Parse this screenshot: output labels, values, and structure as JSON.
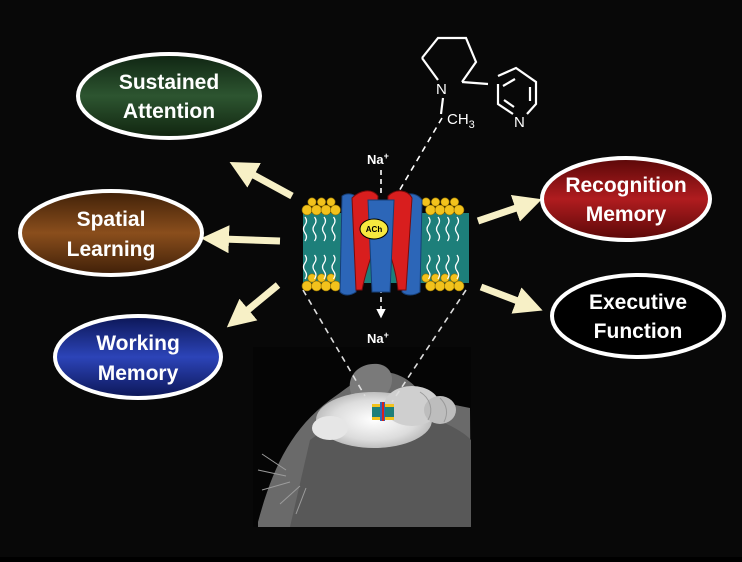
{
  "ovals": {
    "sustained_attention": {
      "line1": "Sustained",
      "line2": "Attention"
    },
    "spatial_learning": {
      "line1": "Spatial",
      "line2": "Learning"
    },
    "working_memory": {
      "line1": "Working",
      "line2": "Memory"
    },
    "recognition_memory": {
      "line1": "Recognition",
      "line2": "Memory"
    },
    "executive_function": {
      "line1": "Executive",
      "line2": "Function"
    }
  },
  "molecule": {
    "n_ring": "N",
    "methyl": "CH",
    "methyl_sub": "3",
    "n_pyridine": "N"
  },
  "ions": {
    "top": "Na",
    "bottom": "Na",
    "charge": "+"
  },
  "receptor": {
    "ligand": "ACh"
  },
  "colors": {
    "background": "#080808",
    "sustained_attention": "#1f3d22",
    "spatial_learning": "#6a3a14",
    "working_memory": "#1c2e8c",
    "recognition_memory": "#8e1216",
    "executive_function": "#000000",
    "arrow": "#f7f0c6",
    "membrane": "#1d7f7a",
    "lipid_head": "#f2c21c",
    "channel_blue": "#2c66b8",
    "channel_red": "#d81e1e"
  }
}
